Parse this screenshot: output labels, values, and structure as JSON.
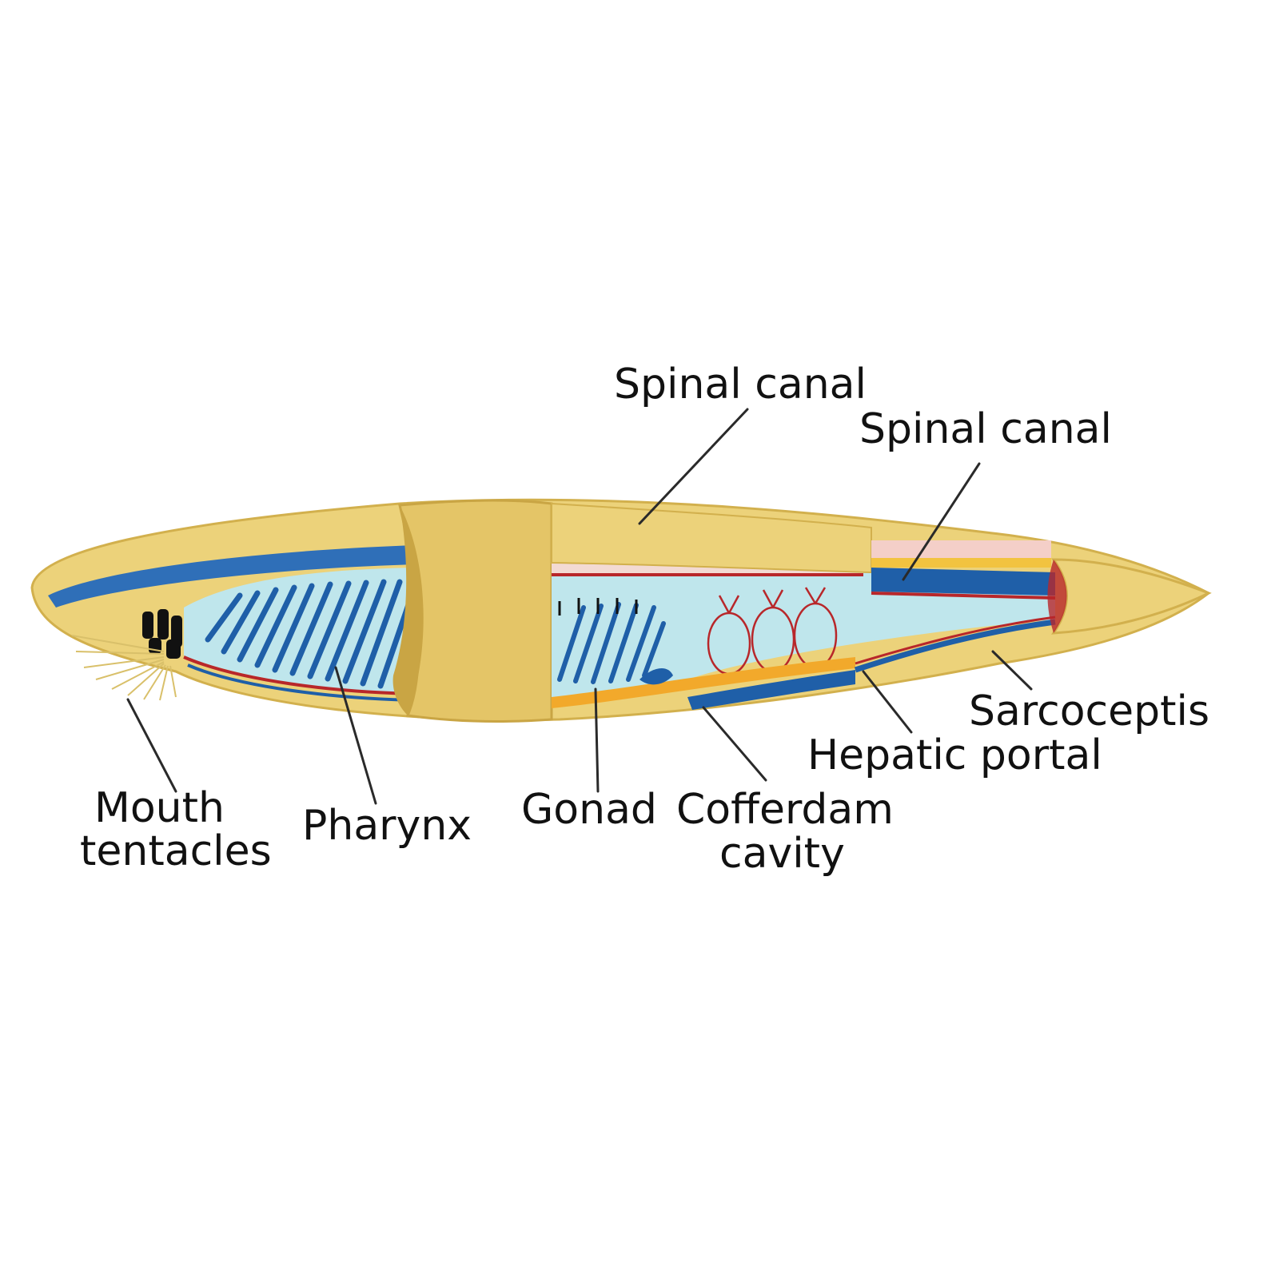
{
  "labels": {
    "spinal_canal_top": "Spinal canal",
    "spinal_canal_right": "Spinal canal",
    "sarcoceptis": "Sarcoceptis",
    "hepatic_portal": "Hepatic portal",
    "mouth_tentacles_line1": "Mouth",
    "mouth_tentacles_line2": "tentacles",
    "pharynx": "Pharynx",
    "gonad": "Gonad",
    "cofferdam_line1": "Cofferdam",
    "cofferdam_line2": "cavity"
  },
  "colors": {
    "body": "#ecd27a",
    "body_shadow": "#d9b95a",
    "cavity": "#bfe6ec",
    "blue": "#1f5fa8",
    "red": "#b8272a",
    "gonad_orange": "#f2a92b",
    "pink": "#f4cfc8"
  }
}
